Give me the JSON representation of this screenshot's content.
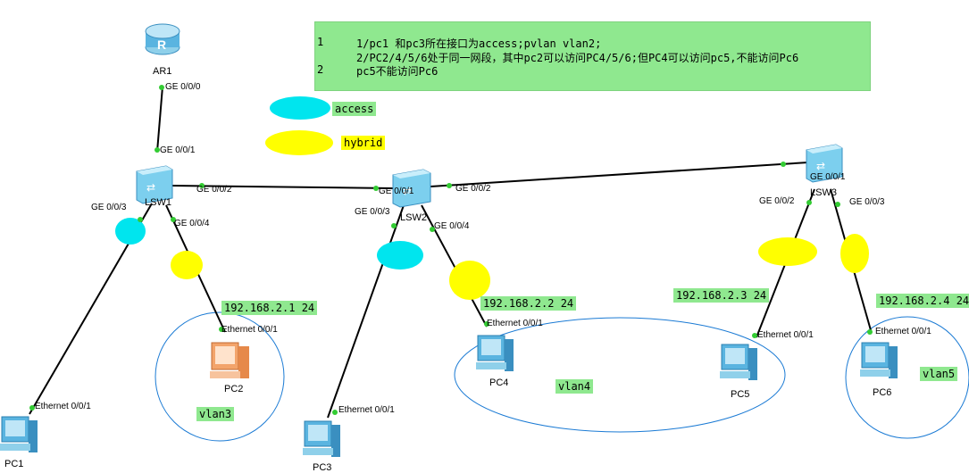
{
  "note": {
    "lines": [
      {
        "num": "1",
        "text": "1/pc1 和pc3所在接口为access;pvlan vlan2;"
      },
      {
        "num": "",
        "text": "2/PC2/4/5/6处于同一网段，其中pc2可以访问PC4/5/6;但PC4可以访问pc5,不能访问Pc6"
      },
      {
        "num": "2",
        "text": "pc5不能访问Pc6"
      }
    ]
  },
  "legend": {
    "access": {
      "label": "access",
      "color": "#00e5ee"
    },
    "hybrid": {
      "label": "hybrid",
      "color": "#ffff00"
    }
  },
  "devices": {
    "ar1": "AR1",
    "lsw1": "LSW1",
    "lsw2": "LSW2",
    "lsw3": "LSW3",
    "pc1": "PC1",
    "pc2": "PC2",
    "pc3": "PC3",
    "pc4": "PC4",
    "pc5": "PC5",
    "pc6": "PC6"
  },
  "ports": {
    "ar1_g000": "GE 0/0/0",
    "lsw1_g001": "GE 0/0/1",
    "lsw1_g002": "GE 0/0/2",
    "lsw1_g003": "GE 0/0/3",
    "lsw1_g004": "GE 0/0/4",
    "lsw2_g001": "GE 0/0/1",
    "lsw2_g002": "GE 0/0/2",
    "lsw2_g003": "GE 0/0/3",
    "lsw2_g004": "GE 0/0/4",
    "lsw3_g001": "GE 0/0/1",
    "lsw3_g002": "GE 0/0/2",
    "lsw3_g003": "GE 0/0/3",
    "pc1_eth": "Ethernet 0/0/1",
    "pc2_eth": "Ethernet 0/0/1",
    "pc3_eth": "Ethernet 0/0/1",
    "pc4_eth": "Ethernet 0/0/1",
    "pc5_eth": "Ethernet 0/0/1",
    "pc6_eth": "Ethernet 0/0/1"
  },
  "ips": {
    "pc2": "192.168.2.1 24",
    "pc4": "192.168.2.2 24",
    "pc5": "192.168.2.3 24",
    "pc6": "192.168.2.4 24"
  },
  "vlans": {
    "vlan3": "vlan3",
    "vlan4": "vlan4",
    "vlan5": "vlan5"
  },
  "colors": {
    "link": "#000000",
    "port_dot": "#33cc33",
    "ellipse": "#1a7ad4",
    "label_bg": "#8fe88f"
  }
}
